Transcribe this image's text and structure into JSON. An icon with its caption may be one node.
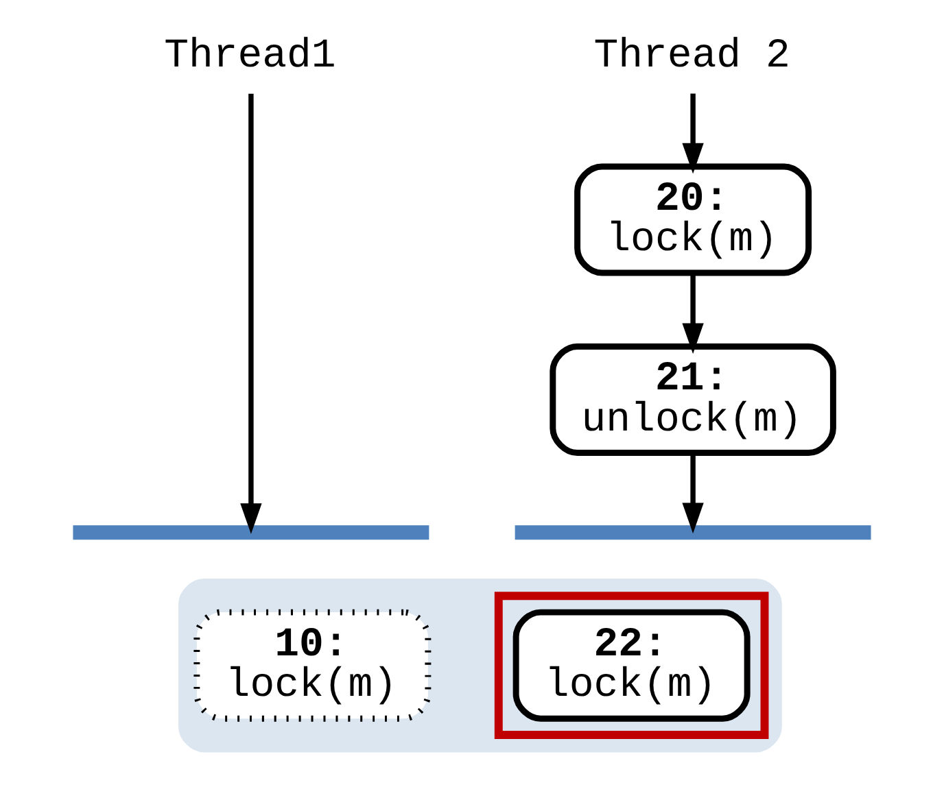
{
  "diagram": {
    "nodes": [
      {
        "text": [
          "Thread1"
        ]
      },
      {
        "text": [
          "Thread 2"
        ]
      },
      {
        "text": [
          "20:",
          "lock(m)"
        ]
      },
      {
        "text": [
          "21:",
          "unlock(m)"
        ]
      },
      {
        "text": [],
        "shape": "box"
      },
      {
        "text": [],
        "shape": "bar"
      },
      {
        "text": [],
        "shape": "bar"
      },
      {
        "text": [
          "10:",
          "lock(m)"
        ],
        "in": 4
      },
      {
        "text": [],
        "shape": "box",
        "in": 4
      },
      {
        "text": [
          "22:",
          "lock(m)"
        ],
        "in": 8
      }
    ],
    "edges": [
      {
        "from": 0,
        "to": 5,
        "arrow": "to"
      },
      {
        "from": 1,
        "to": 2,
        "arrow": "to"
      },
      {
        "from": 2,
        "to": 3,
        "arrow": "to"
      },
      {
        "from": 3,
        "to": 6,
        "arrow": "to"
      }
    ]
  }
}
